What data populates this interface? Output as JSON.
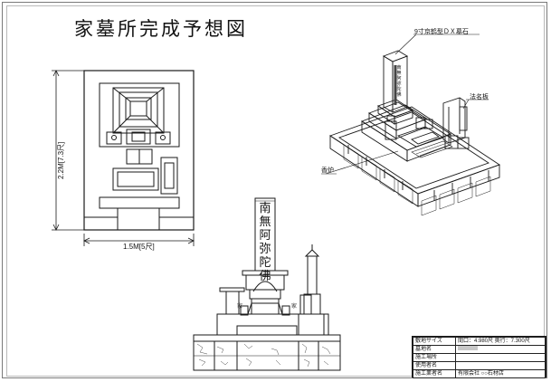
{
  "title": "家墓所完成予想図",
  "plan_view": {
    "height_dimension": "2.2M[7.3尺]",
    "width_dimension": "1.5M[5尺]"
  },
  "perspective_view": {
    "callouts": {
      "main_stone": "9寸京鹤型ＤＸ墓石",
      "name_plate": "法名板",
      "incense_burner": "香炉"
    }
  },
  "front_view": {
    "inscription": [
      "南",
      "無",
      "阿",
      "弥",
      "陀",
      "佛"
    ],
    "family_crest_text": "家"
  },
  "info_table": {
    "rows": [
      {
        "label": "敷地サイズ",
        "value": "間口：4.980尺  奥行：7.300尺"
      },
      {
        "label": "墓地名",
        "value": "",
        "redacted": true
      },
      {
        "label": "施工場所",
        "value": ""
      },
      {
        "label": "使用者名",
        "value": ""
      },
      {
        "label": "施工業者名",
        "value": "有限会社 ○○石材店"
      }
    ]
  },
  "colors": {
    "line": "#1a1a1a",
    "frame": "#7a7a7a",
    "background": "#ffffff"
  }
}
